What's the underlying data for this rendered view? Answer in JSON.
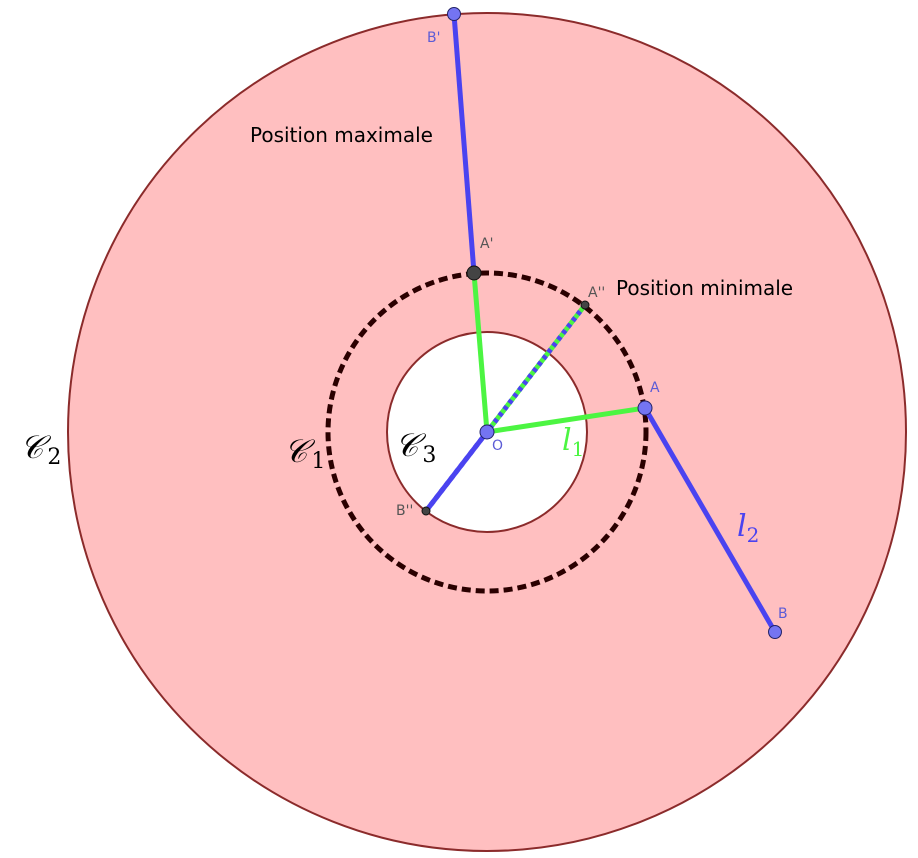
{
  "colors": {
    "annulus_fill": "#ffbfc0",
    "circle_stroke": "#8b2b2b",
    "dashed_circle": "#2a0000",
    "segment_green": "#4cf542",
    "segment_blue": "#4a43f0",
    "point_blue": "#7474f2",
    "point_dark": "#444444",
    "point_label": "#5c5cd6",
    "dark_label": "#555555",
    "text_black": "#000000"
  },
  "labels": {
    "position_max": "Position maximale",
    "position_min": "Position minimale",
    "l1": "l",
    "l1_sub": "1",
    "l2": "l",
    "l2_sub": "2",
    "c1": "𝒞",
    "c1_sub": "1",
    "c2": "𝒞",
    "c2_sub": "2",
    "c3": "𝒞",
    "c3_sub": "3"
  },
  "points": {
    "O": "O",
    "A": "A",
    "B": "B",
    "A_prime": "A'",
    "B_prime": "B'",
    "A_double": "A''",
    "B_double": "B''"
  }
}
